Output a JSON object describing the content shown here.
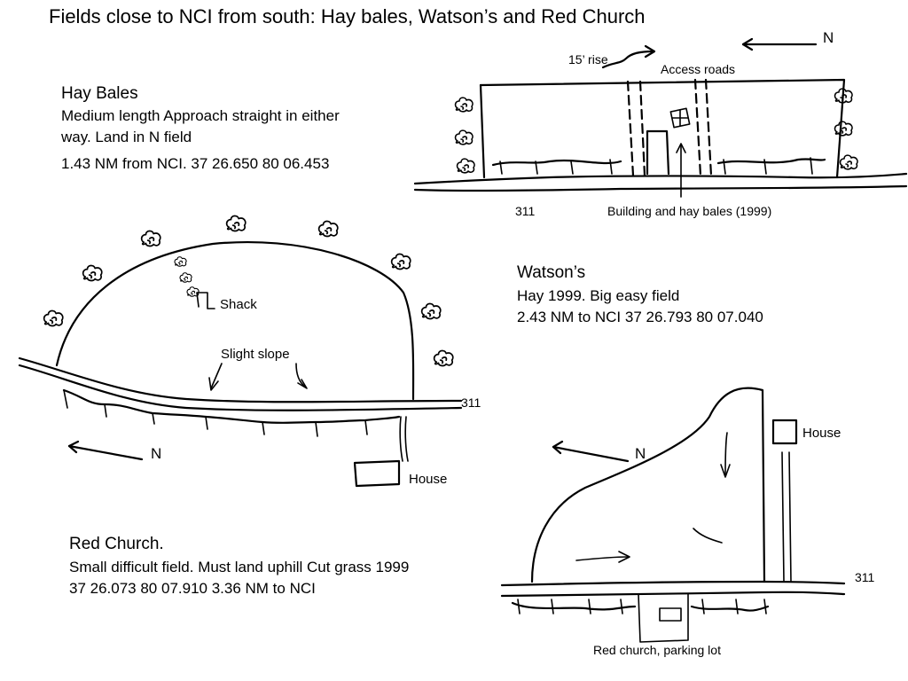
{
  "title": "Fields close to NCI from south: Hay bales, Watson’s and Red Church",
  "hay_bales": {
    "heading": "Hay Bales",
    "line1": "Medium length Approach straight in either",
    "line2": "way. Land in N field",
    "line3": "1.43 NM from NCI.    37 26.650  80 06.453",
    "sketch_labels": {
      "north": "N",
      "rise": "15’ rise",
      "access_roads": "Access roads",
      "road": "311",
      "building": "Building and hay bales (1999)"
    }
  },
  "watsons": {
    "heading": "Watson’s",
    "line1": "Hay 1999. Big easy field",
    "line2": "2.43 NM to NCI 37 26.793  80 07.040",
    "sketch_labels": {
      "shack": "Shack",
      "slope": "Slight slope",
      "road": "311",
      "north": "N",
      "house": "House"
    }
  },
  "red_church": {
    "heading": "Red Church.",
    "line1": "Small difficult field. Must land uphill Cut grass 1999",
    "line2": "37 26.073  80 07.910   3.36 NM to NCI",
    "sketch_labels": {
      "north": "N",
      "house": "House",
      "road": "311",
      "parking": "Red church, parking lot"
    }
  }
}
